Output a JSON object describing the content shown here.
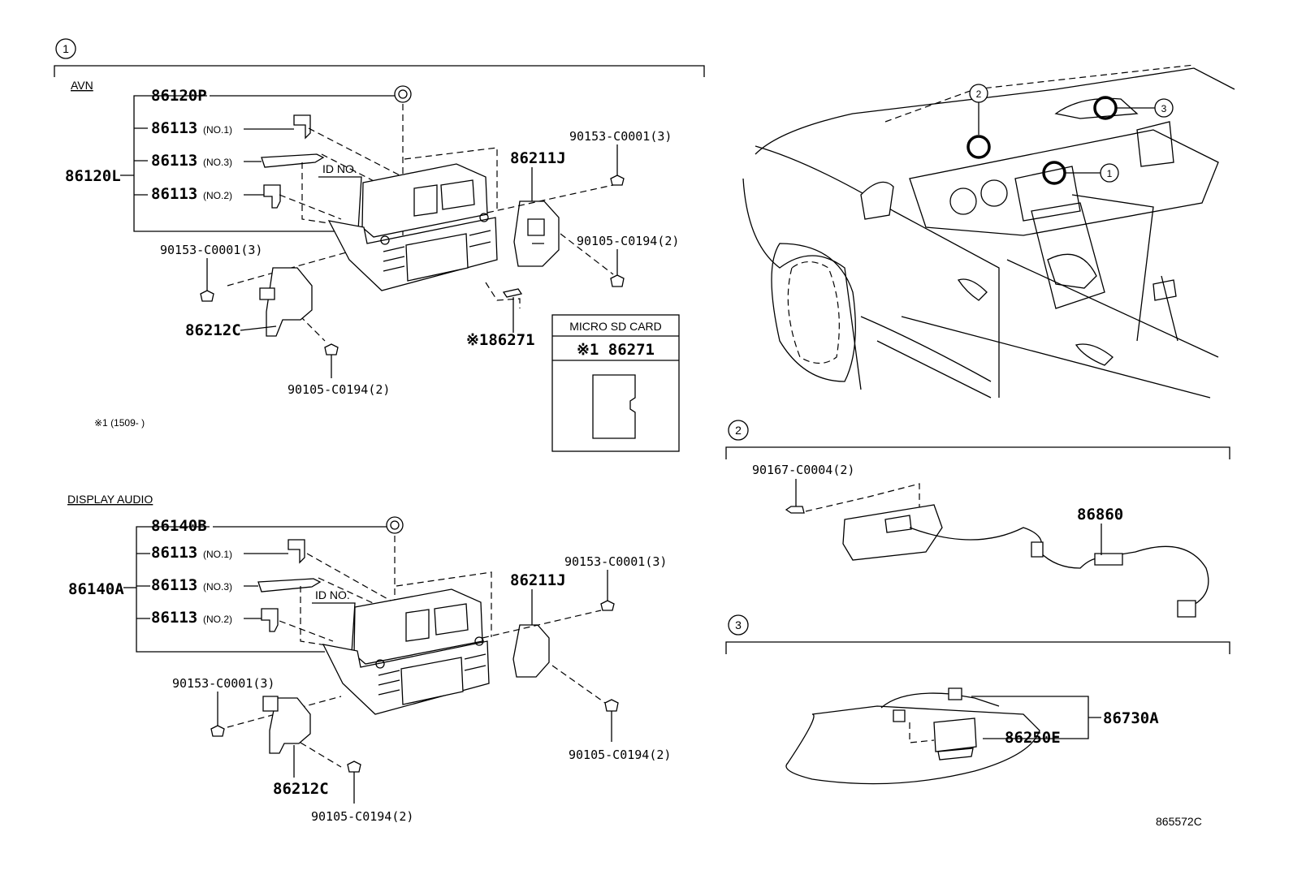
{
  "sections": {
    "s1": "1",
    "s2": "2",
    "s3": "3"
  },
  "avn": {
    "title": "AVN",
    "assembly": "86120L",
    "p_86120P": "86120P",
    "p_86113_1": "86113",
    "p_86113_1_suffix": "(NO.1)",
    "p_86113_3": "86113",
    "p_86113_3_suffix": "(NO.3)",
    "p_86113_2": "86113",
    "p_86113_2_suffix": "(NO.2)",
    "id_no": "ID NO.",
    "screw_left": "90153-C0001(3)",
    "screw_right": "90153-C0001(3)",
    "bolt_right": "90105-C0194(2)",
    "bolt_bottom": "90105-C0194(2)",
    "bracket_left": "86212C",
    "bracket_right": "86211J",
    "sd_part": "※186271",
    "note": "※1 (1509-      )"
  },
  "sd_box": {
    "title": "MICRO SD CARD",
    "part": "※1 86271"
  },
  "display_audio": {
    "title": "DISPLAY AUDIO",
    "assembly": "86140A",
    "p_86140B": "86140B",
    "p_86113_1": "86113",
    "p_86113_1_suffix": "(NO.1)",
    "p_86113_3": "86113",
    "p_86113_3_suffix": "(NO.3)",
    "p_86113_2": "86113",
    "p_86113_2_suffix": "(NO.2)",
    "id_no": "ID NO.",
    "screw_left": "90153-C0001(3)",
    "screw_right": "90153-C0001(3)",
    "bolt_right": "90105-C0194(2)",
    "bolt_bottom": "90105-C0194(2)",
    "bracket_left": "86212C",
    "bracket_right": "86211J"
  },
  "overview": {
    "callout_1": "1",
    "callout_2": "2",
    "callout_3": "3"
  },
  "section2": {
    "screw": "90167-C0004(2)",
    "part": "86860"
  },
  "section3": {
    "assembly": "86730A",
    "part": "86250E"
  },
  "figure_id": "865572C"
}
